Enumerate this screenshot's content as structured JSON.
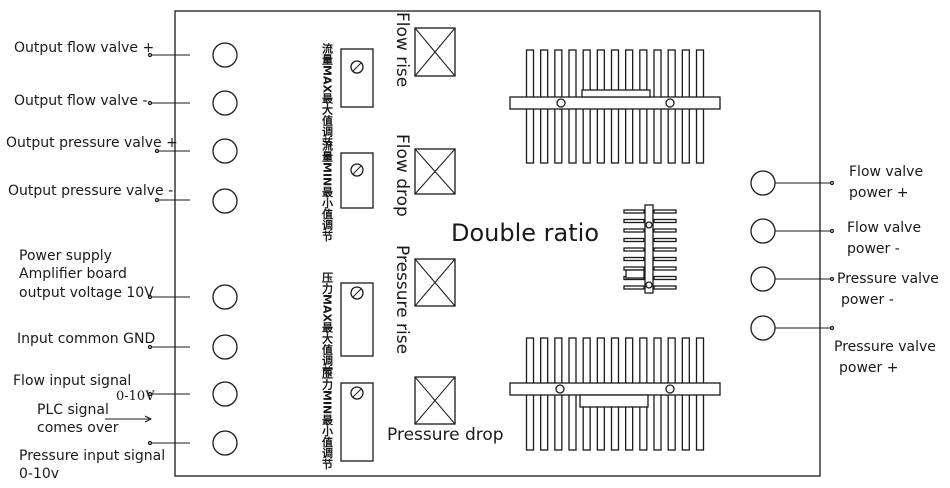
{
  "left_terminals": {
    "out_flow_plus": "Output flow valve +",
    "out_flow_minus": "Output flow valve -",
    "out_press_plus": "Output pressure valve +",
    "out_press_minus": "Output pressure valve -",
    "power_line1": "Power supply",
    "power_line2": "Amplifier board",
    "power_line3": "output voltage 10V",
    "common_gnd": "Input common GND",
    "flow_input": "Flow input signal",
    "flow_input_range": "0-10V",
    "plc_line1": "PLC signal",
    "plc_line2": "comes over",
    "press_input_line1": "Pressure input signal",
    "press_input_line2": "0-10v"
  },
  "adjusters": {
    "flow_max": "流量MAX最大值调节",
    "flow_min": "流量MIN最小值调节",
    "press_max": "压力MAX最大值调节",
    "press_min": "压力MIN最小值调节"
  },
  "ramps": {
    "flow_rise": "Flow rise",
    "flow_drop": "Flow drop",
    "pressure_rise": "Pressure rise",
    "pressure_drop": "Pressure drop"
  },
  "board_title": "Double ratio",
  "right_terminals": {
    "flow_plus_l1": "Flow valve",
    "flow_plus_l2": "power +",
    "flow_minus_l1": "Flow valve",
    "flow_minus_l2": "power -",
    "press_minus_l1": "Pressure valve",
    "press_minus_l2": "power  -",
    "press_plus_l1": "Pressure valve",
    "press_plus_l2": "power +"
  }
}
